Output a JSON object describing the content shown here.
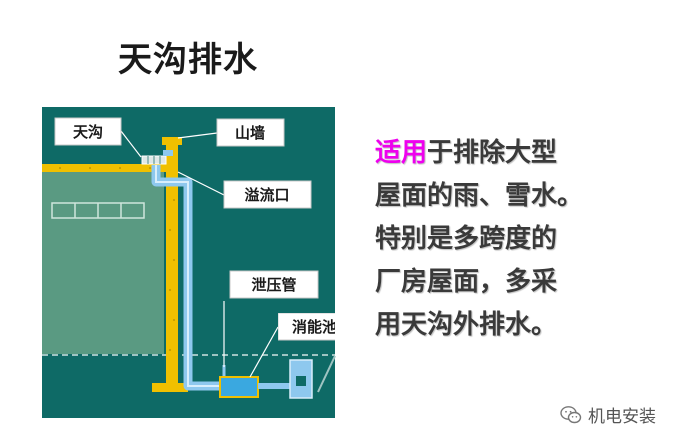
{
  "title": "天沟排水",
  "labels": {
    "gutter": "天沟",
    "parapet": "山墙",
    "overflow": "溢流口",
    "relief_pipe": "泄压管",
    "energy_dissipater": "消能池"
  },
  "description": {
    "highlight": "适用",
    "line1_rest": "于排除大型",
    "line2": "屋面的雨、雪水。",
    "line3": "特别是多跨度的",
    "line4": "厂房屋面，多采",
    "line5": "用天沟外排水。"
  },
  "watermark": {
    "text": "机电安装",
    "icon": "wechat-icon"
  },
  "colors": {
    "diagram_bg": "#0e6a66",
    "building": "#5a9a82",
    "gutter_yellow": "#f0c000",
    "pipe": "#8ec8ee",
    "highlight": "#ee00ee"
  }
}
